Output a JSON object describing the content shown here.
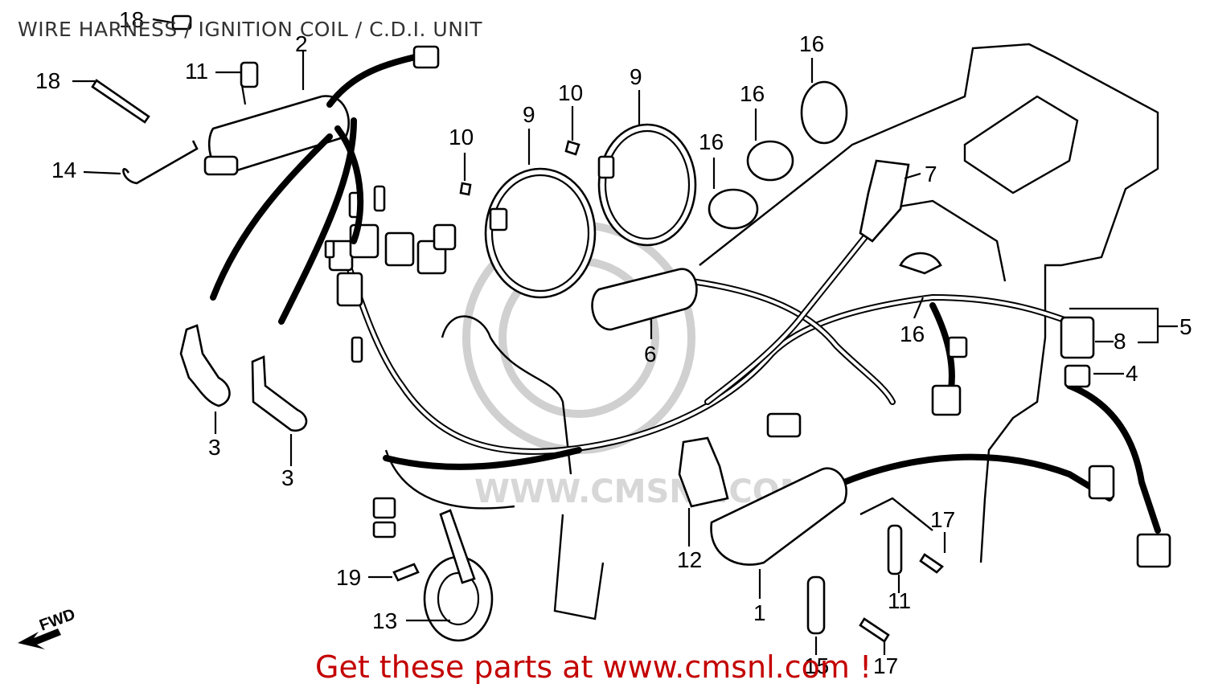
{
  "title": "WIRE HARNESS / IGNITION COIL / C.D.I. UNIT",
  "footer": "Get these parts at www.cmsnl.com !",
  "watermark": "WWW.CMSNL.COM",
  "fwd_label": "FWD",
  "callouts": {
    "c1": "1",
    "c2": "2",
    "c3a": "3",
    "c3b": "3",
    "c4": "4",
    "c5": "5",
    "c6": "6",
    "c7": "7",
    "c8": "8",
    "c9a": "9",
    "c9b": "9",
    "c10a": "10",
    "c10b": "10",
    "c11a": "11",
    "c11b": "11",
    "c12": "12",
    "c13": "13",
    "c14": "14",
    "c15": "15",
    "c16a": "16",
    "c16b": "16",
    "c16c": "16",
    "c16d": "16",
    "c17a": "17",
    "c17b": "17",
    "c18a": "18",
    "c18b": "18",
    "c19": "19"
  },
  "colors": {
    "footer": "#c40000",
    "line": "#000000",
    "watermark": "#d0d0d0"
  }
}
